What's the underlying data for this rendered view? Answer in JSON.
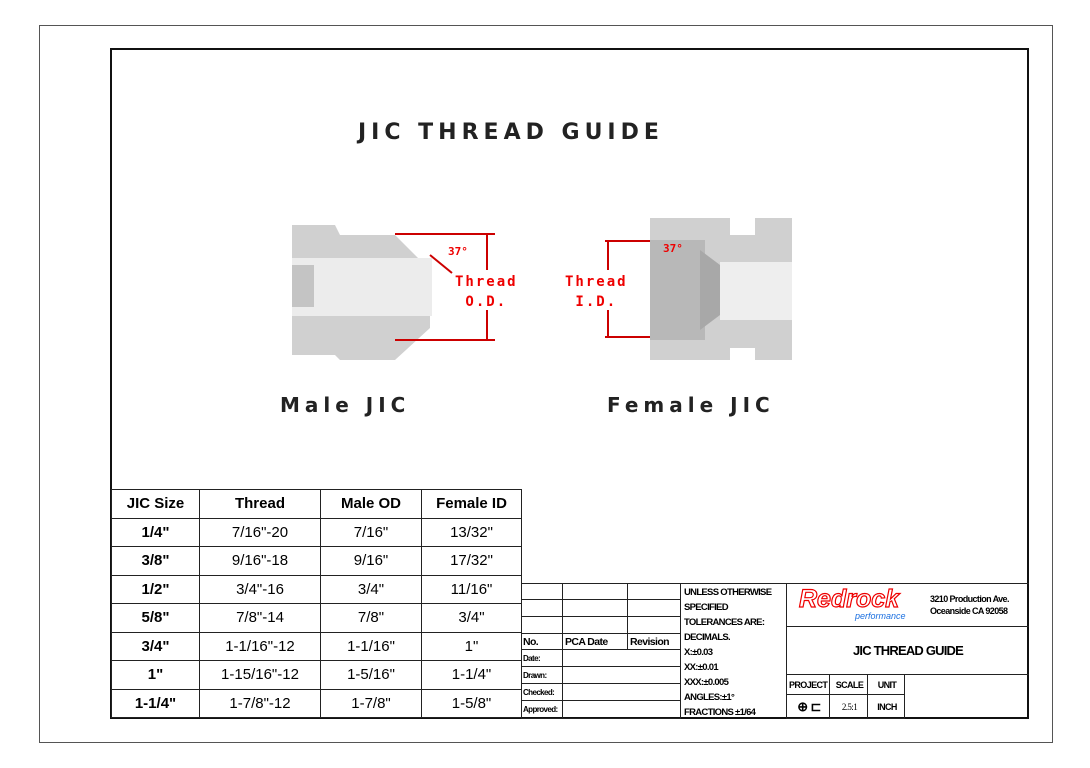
{
  "title": "JIC THREAD GUIDE",
  "diagram": {
    "angle": "37°",
    "male_label": [
      "Thread",
      "O.D."
    ],
    "female_label": [
      "Thread",
      "I.D."
    ],
    "male_caption": "Male JIC",
    "female_caption": "Female JIC"
  },
  "table": {
    "headers": [
      "JIC Size",
      "Thread",
      "Male OD",
      "Female ID"
    ],
    "rows": [
      [
        "1/4\"",
        "7/16\"-20",
        "7/16\"",
        "13/32\""
      ],
      [
        "3/8\"",
        "9/16\"-18",
        "9/16\"",
        "17/32\""
      ],
      [
        "1/2\"",
        "3/4\"-16",
        "3/4\"",
        "11/16\""
      ],
      [
        "5/8\"",
        "7/8\"-14",
        "7/8\"",
        "3/4\""
      ],
      [
        "3/4\"",
        "1-1/16\"-12",
        "1-1/16\"",
        "1\""
      ],
      [
        "1\"",
        "1-15/16\"-12",
        "1-5/16\"",
        "1-1/4\""
      ],
      [
        "1-1/4\"",
        "1-7/8\"-12",
        "1-7/8\"",
        "1-5/8\""
      ]
    ]
  },
  "title_block": {
    "rev_headers": [
      "No.",
      "PCA  Date",
      "Revision"
    ],
    "sign_rows": [
      "Date:",
      "Drawn:",
      "Checked:",
      "Approved:"
    ],
    "tolerances": [
      "UNLESS OTHERWISE",
      "SPECIFIED",
      "TOLERANCES ARE:",
      "DECIMALS.",
      "X:±0.03",
      "XX:±0.01",
      "XXX:±0.005",
      "ANGLES:±1°",
      "FRACTIONS ±1/64"
    ],
    "logo": "Redrock",
    "logo_sub": "performance",
    "address": [
      "3210 Production Ave.",
      "Oceanside CA 92058"
    ],
    "drawing_title": "JIC THREAD GUIDE",
    "labels": [
      "PROJECT",
      "SCALE",
      "UNIT"
    ],
    "scale": "2.5:1",
    "unit": "INCH"
  }
}
